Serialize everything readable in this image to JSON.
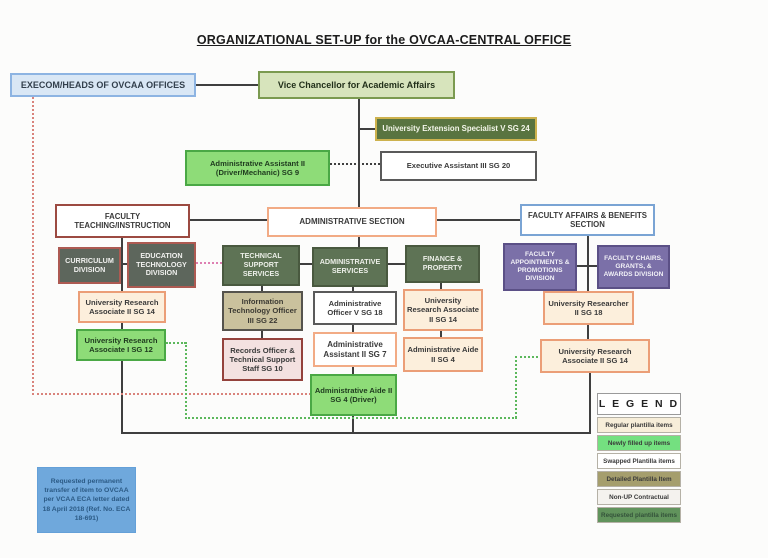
{
  "title": "ORGANIZATIONAL SET-UP for the OVCAA-CENTRAL OFFICE",
  "nodes": {
    "execom": {
      "label": "EXECOM/HEADS OF OVCAA OFFICES"
    },
    "vcaa": {
      "label": "Vice Chancellor for Academic Affairs"
    },
    "ues": {
      "label": "University Extension Specialist V SG 24"
    },
    "admin_asst_driver": {
      "label": "Administrative Assistant II (Driver/Mechanic) SG 9"
    },
    "exec_asst": {
      "label": "Executive Assistant III SG 20"
    },
    "faculty_teaching": {
      "label": "FACULTY TEACHING/INSTRUCTION"
    },
    "admin_section": {
      "label": "ADMINISTRATIVE SECTION"
    },
    "faculty_affairs": {
      "label": "FACULTY AFFAIRS & BENEFITS SECTION"
    },
    "curriculum": {
      "label": "CURRICULUM DIVISION"
    },
    "edtech": {
      "label": "EDUCATION TECHNOLOGY DIVISION"
    },
    "tss": {
      "label": "TECHNICAL SUPPORT SERVICES"
    },
    "admin_services": {
      "label": "ADMINISTRATIVE SERVICES"
    },
    "finance": {
      "label": "FINANCE & PROPERTY"
    },
    "fapd": {
      "label": "FACULTY APPOINTMENTS & PROMOTIONS DIVISION"
    },
    "fcgad": {
      "label": "FACULTY CHAIRS, GRANTS, & AWARDS DIVISION"
    },
    "ura2_left": {
      "label": "University Research Associate II SG 14"
    },
    "ura1_left": {
      "label": "University Research Associate I SG 12"
    },
    "ito": {
      "label": "Information Technology Officer III SG 22"
    },
    "records": {
      "label": "Records Officer & Technical Support Staff SG 10"
    },
    "admin_officer": {
      "label": "Administrative Officer V SG 18"
    },
    "admin_asst2": {
      "label": "Administrative Assistant II SG 7"
    },
    "admin_aide_driver": {
      "label": "Administrative Aide II SG 4 (Driver)"
    },
    "ura2_mid": {
      "label": "University Research Associate II SG 14"
    },
    "admin_aide": {
      "label": "Administrative Aide II SG 4"
    },
    "researcher2": {
      "label": "University Researcher II SG 18"
    },
    "ura2_right": {
      "label": "University Research Associate II SG 14"
    }
  },
  "legend": {
    "title": "L E G E N D",
    "items": [
      {
        "label": "Regular plantilla items",
        "color": "#f7eed9"
      },
      {
        "label": "Newly filled up items",
        "color": "#74e080"
      },
      {
        "label": "Swapped Plantilla items",
        "color": "#ffffff"
      },
      {
        "label": "Detailed Plantilla Item",
        "color": "#a59e6d"
      },
      {
        "label": "Non-UP Contractual",
        "color": "#f4f2ee"
      },
      {
        "label": "Requested plantilla items",
        "color": "#61935c"
      }
    ]
  },
  "note": {
    "text": "Requested permanent transfer of item to OVCAA per VCAA ECA letter dated 18 April 2018 (Ref. No. ECA 18-691)"
  },
  "colors": {
    "line": "#3f3f3f",
    "dotted_red": "#d9837b",
    "dotted_pink": "#de7fb2",
    "dotted_green": "#5cb85c"
  }
}
